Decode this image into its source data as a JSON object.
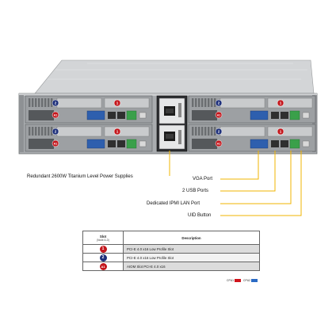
{
  "callouts": {
    "psu": "Redundant 2600W Titanium Level Power Supplies",
    "vga": "VGA Port",
    "usb": "2 USB Ports",
    "ipmi": "Dedicated IPMI LAN Port",
    "uid": "UID Button"
  },
  "legend_table": {
    "headers": {
      "slot": "Slot",
      "slot_sub": "(Node A-D)",
      "description": "Description"
    },
    "rows": [
      {
        "badge": "1",
        "color": "#c3161c",
        "description": "PCI-E 4.0 x16 Low Profile Slot"
      },
      {
        "badge": "2",
        "color": "#1d2f7a",
        "description": "PCI-E 4.0 x16 Low Profile Slot"
      },
      {
        "badge": "A1",
        "color": "#c3161c",
        "description": "AIOM Slot PCI-E 4.0 x16"
      }
    ]
  },
  "cpu_legend": [
    {
      "label": "CPU1",
      "color": "#d0141c"
    },
    {
      "label": "CPU2",
      "color": "#2a6ac4"
    }
  ],
  "colors": {
    "callout_line": "#f2b400",
    "chassis": "#b8bbbd",
    "chassis_top": "#d4d6d8"
  },
  "chassis_badges": [
    "2",
    "1",
    "A1",
    "2",
    "1",
    "A1",
    "2",
    "1",
    "A1",
    "2",
    "1",
    "A1"
  ]
}
